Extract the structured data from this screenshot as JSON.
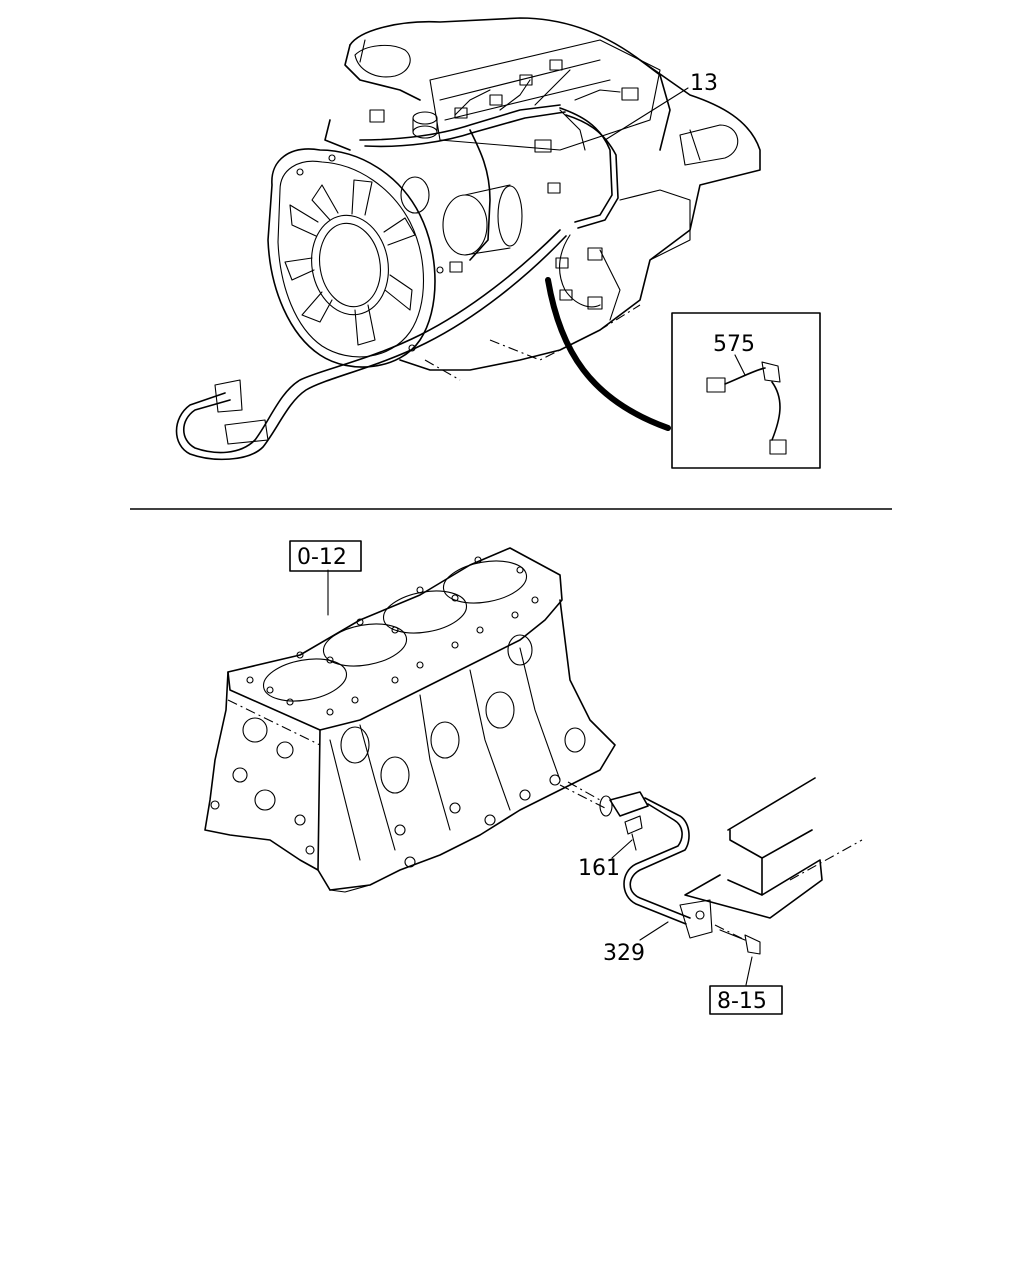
{
  "callouts": {
    "harness_13": "13",
    "harness_575": "575",
    "block_ref": "0-12",
    "bolt_161": "161",
    "sensor_329": "329",
    "bolt_ref": "8-15"
  },
  "colors": {
    "ink": "#000000",
    "paper": "#ffffff"
  }
}
